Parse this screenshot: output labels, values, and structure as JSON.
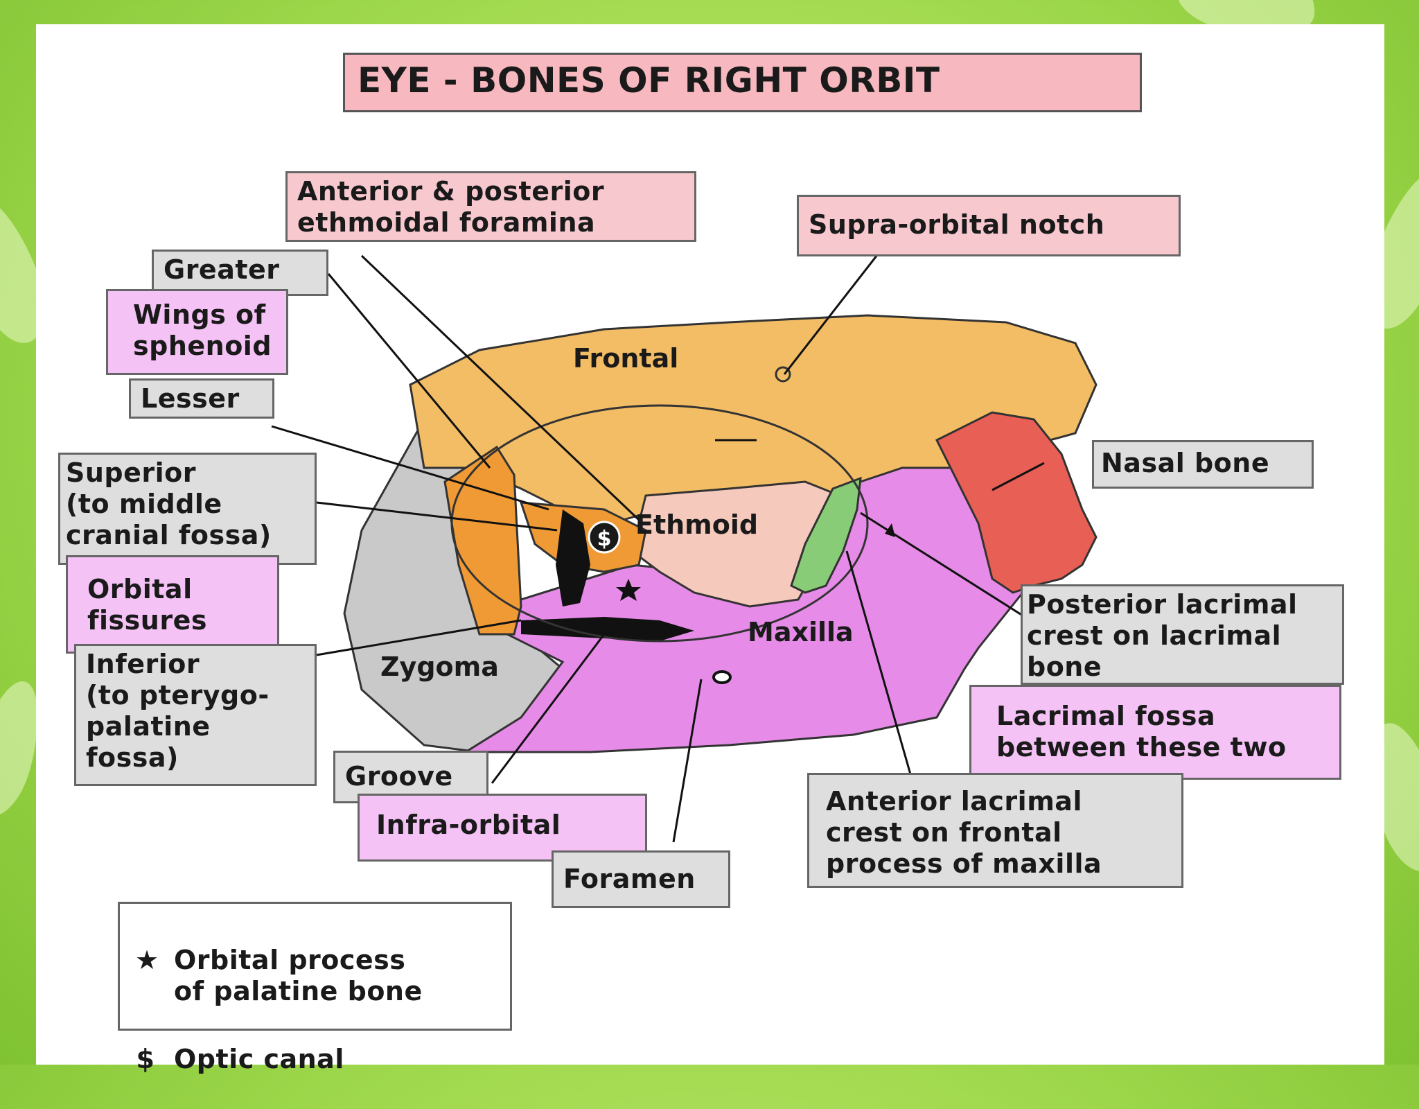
{
  "title": "EYE - BONES OF RIGHT ORBIT",
  "colors": {
    "background_green": "#9fd84c",
    "frontal": "#f3bd65",
    "ethmoid": "#f6c9bd",
    "maxilla": "#e68ce8",
    "zygoma": "#c9c9c9",
    "sphenoid": "#ef9a35",
    "nasal": "#e85f55",
    "lacrimal": "#88cc77"
  },
  "labels": {
    "ethmoidal_foramina": "Anterior & posterior\nethmoidal foramina",
    "supraorbital_notch": "Supra-orbital notch",
    "greater": "Greater",
    "wings_of_sphenoid": "Wings of\nsphenoid",
    "lesser": "Lesser",
    "superior_fissure": "Superior\n(to middle\ncranial fossa)",
    "orbital_fissures": "Orbital\nfissures",
    "inferior_fissure": "Inferior\n(to pterygo-\npalatine\nfossa)",
    "groove": "Groove",
    "infra_orbital": "Infra-orbital",
    "foramen": "Foramen",
    "nasal_bone": "Nasal bone",
    "posterior_lacrimal_crest": "Posterior lacrimal\ncrest on lacrimal\nbone",
    "lacrimal_fossa": "Lacrimal fossa\nbetween these two",
    "anterior_lacrimal_crest": "Anterior lacrimal\ncrest on frontal\nprocess of maxilla"
  },
  "regions": {
    "frontal": "Frontal",
    "ethmoid": "Ethmoid",
    "maxilla": "Maxilla",
    "zygoma": "Zygoma"
  },
  "legend": [
    {
      "symbol": "★",
      "text": "Orbital process\nof palatine bone"
    },
    {
      "symbol": "$",
      "text": "Optic canal"
    }
  ]
}
